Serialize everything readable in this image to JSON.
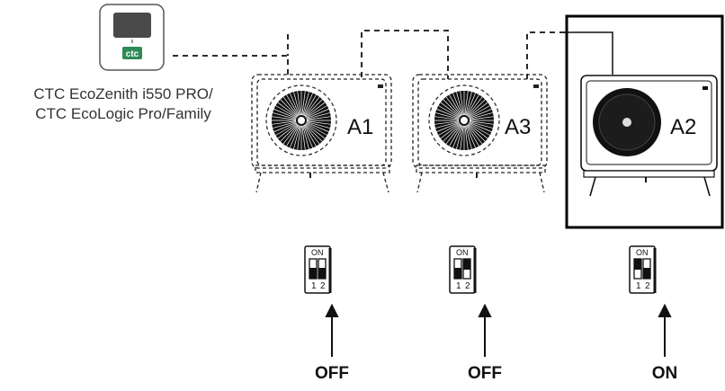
{
  "controller": {
    "line1": "CTC EcoZenith i550 PRO/",
    "line2": "CTC EcoLogic Pro/Family",
    "logo_text": "ctc"
  },
  "units": [
    {
      "name": "A1",
      "state": "OFF",
      "dip_on_label": "ON",
      "dip_num_1": "1",
      "dip_num_2": "2"
    },
    {
      "name": "A3",
      "state": "OFF",
      "dip_on_label": "ON",
      "dip_num_1": "1",
      "dip_num_2": "2"
    },
    {
      "name": "A2",
      "state": "ON",
      "dip_on_label": "ON",
      "dip_num_1": "1",
      "dip_num_2": "2"
    }
  ],
  "colors": {
    "logo_green": "#2e8b57",
    "line": "#111111"
  }
}
